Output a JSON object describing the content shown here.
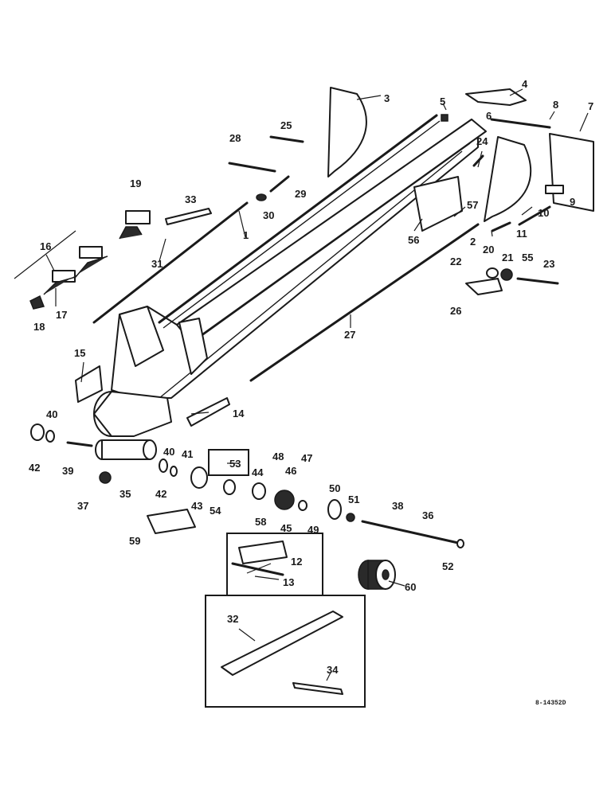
{
  "diagram": {
    "drawing_code": "8-14352D",
    "callouts": [
      "1",
      "2",
      "3",
      "4",
      "5",
      "6",
      "7",
      "8",
      "9",
      "10",
      "11",
      "12",
      "13",
      "14",
      "15",
      "16",
      "17",
      "18",
      "19",
      "20",
      "21",
      "22",
      "23",
      "24",
      "25",
      "26",
      "27",
      "28",
      "29",
      "30",
      "31",
      "32",
      "33",
      "34",
      "35",
      "36",
      "37",
      "38",
      "39",
      "40",
      "40",
      "41",
      "42",
      "42",
      "43",
      "44",
      "45",
      "46",
      "47",
      "48",
      "49",
      "50",
      "51",
      "52",
      "53",
      "54",
      "55",
      "56",
      "57",
      "58",
      "59",
      "60"
    ]
  }
}
